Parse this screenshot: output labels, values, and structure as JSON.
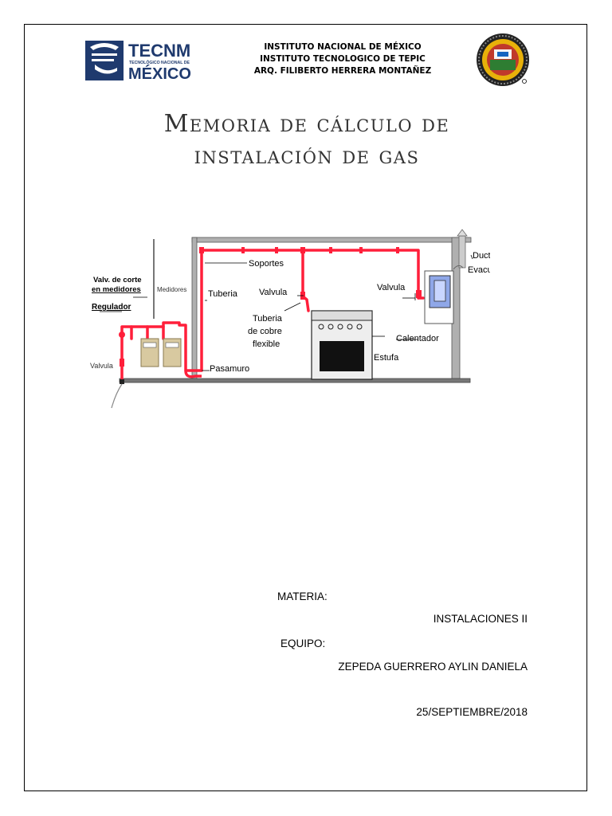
{
  "header": {
    "line1": "INSTITUTO NACIONAL DE MÉXICO",
    "line2": "INSTITUTO TECNOLOGICO DE TEPIC",
    "line3": "ARQ. FILIBERTO HERRERA MONTAÑEZ"
  },
  "logo": {
    "brand": "TECNM",
    "subtitle": "TECNOLÓGICO NACIONAL DE",
    "country": "MÉXICO",
    "brand_color": "#1f3a6e"
  },
  "title": {
    "line1": "Memoria de cálculo de",
    "line2": "instalación de gas"
  },
  "diagram": {
    "labels": {
      "valv_corte_1": "Valv. de corte",
      "valv_corte_2": "en medidores",
      "medidores": "Medidores",
      "regulador": "Regulador",
      "valvula_left": "Valvula",
      "tuberia": "Tuberia",
      "soportes": "Soportes",
      "valvula_mid": "Valvula",
      "tuberia_cobre_1": "Tuberia",
      "tuberia_cobre_2": "de cobre",
      "tuberia_cobre_3": "flexible",
      "valvula_right": "Valvula",
      "ducto_1": "Ducto de",
      "ducto_2": "Evacuacón",
      "calentador": "Calentador",
      "estufa": "Estufa",
      "pasamuro": "Pasamuro"
    },
    "pipe_color": "#ff1f3a"
  },
  "info": {
    "materia_label": "MATERIA:",
    "materia_value": "INSTALACIONES II",
    "equipo_label": "EQUIPO:",
    "equipo_value": "ZEPEDA GUERRERO AYLIN DANIELA",
    "date": "25/SEPTIEMBRE/2018"
  }
}
